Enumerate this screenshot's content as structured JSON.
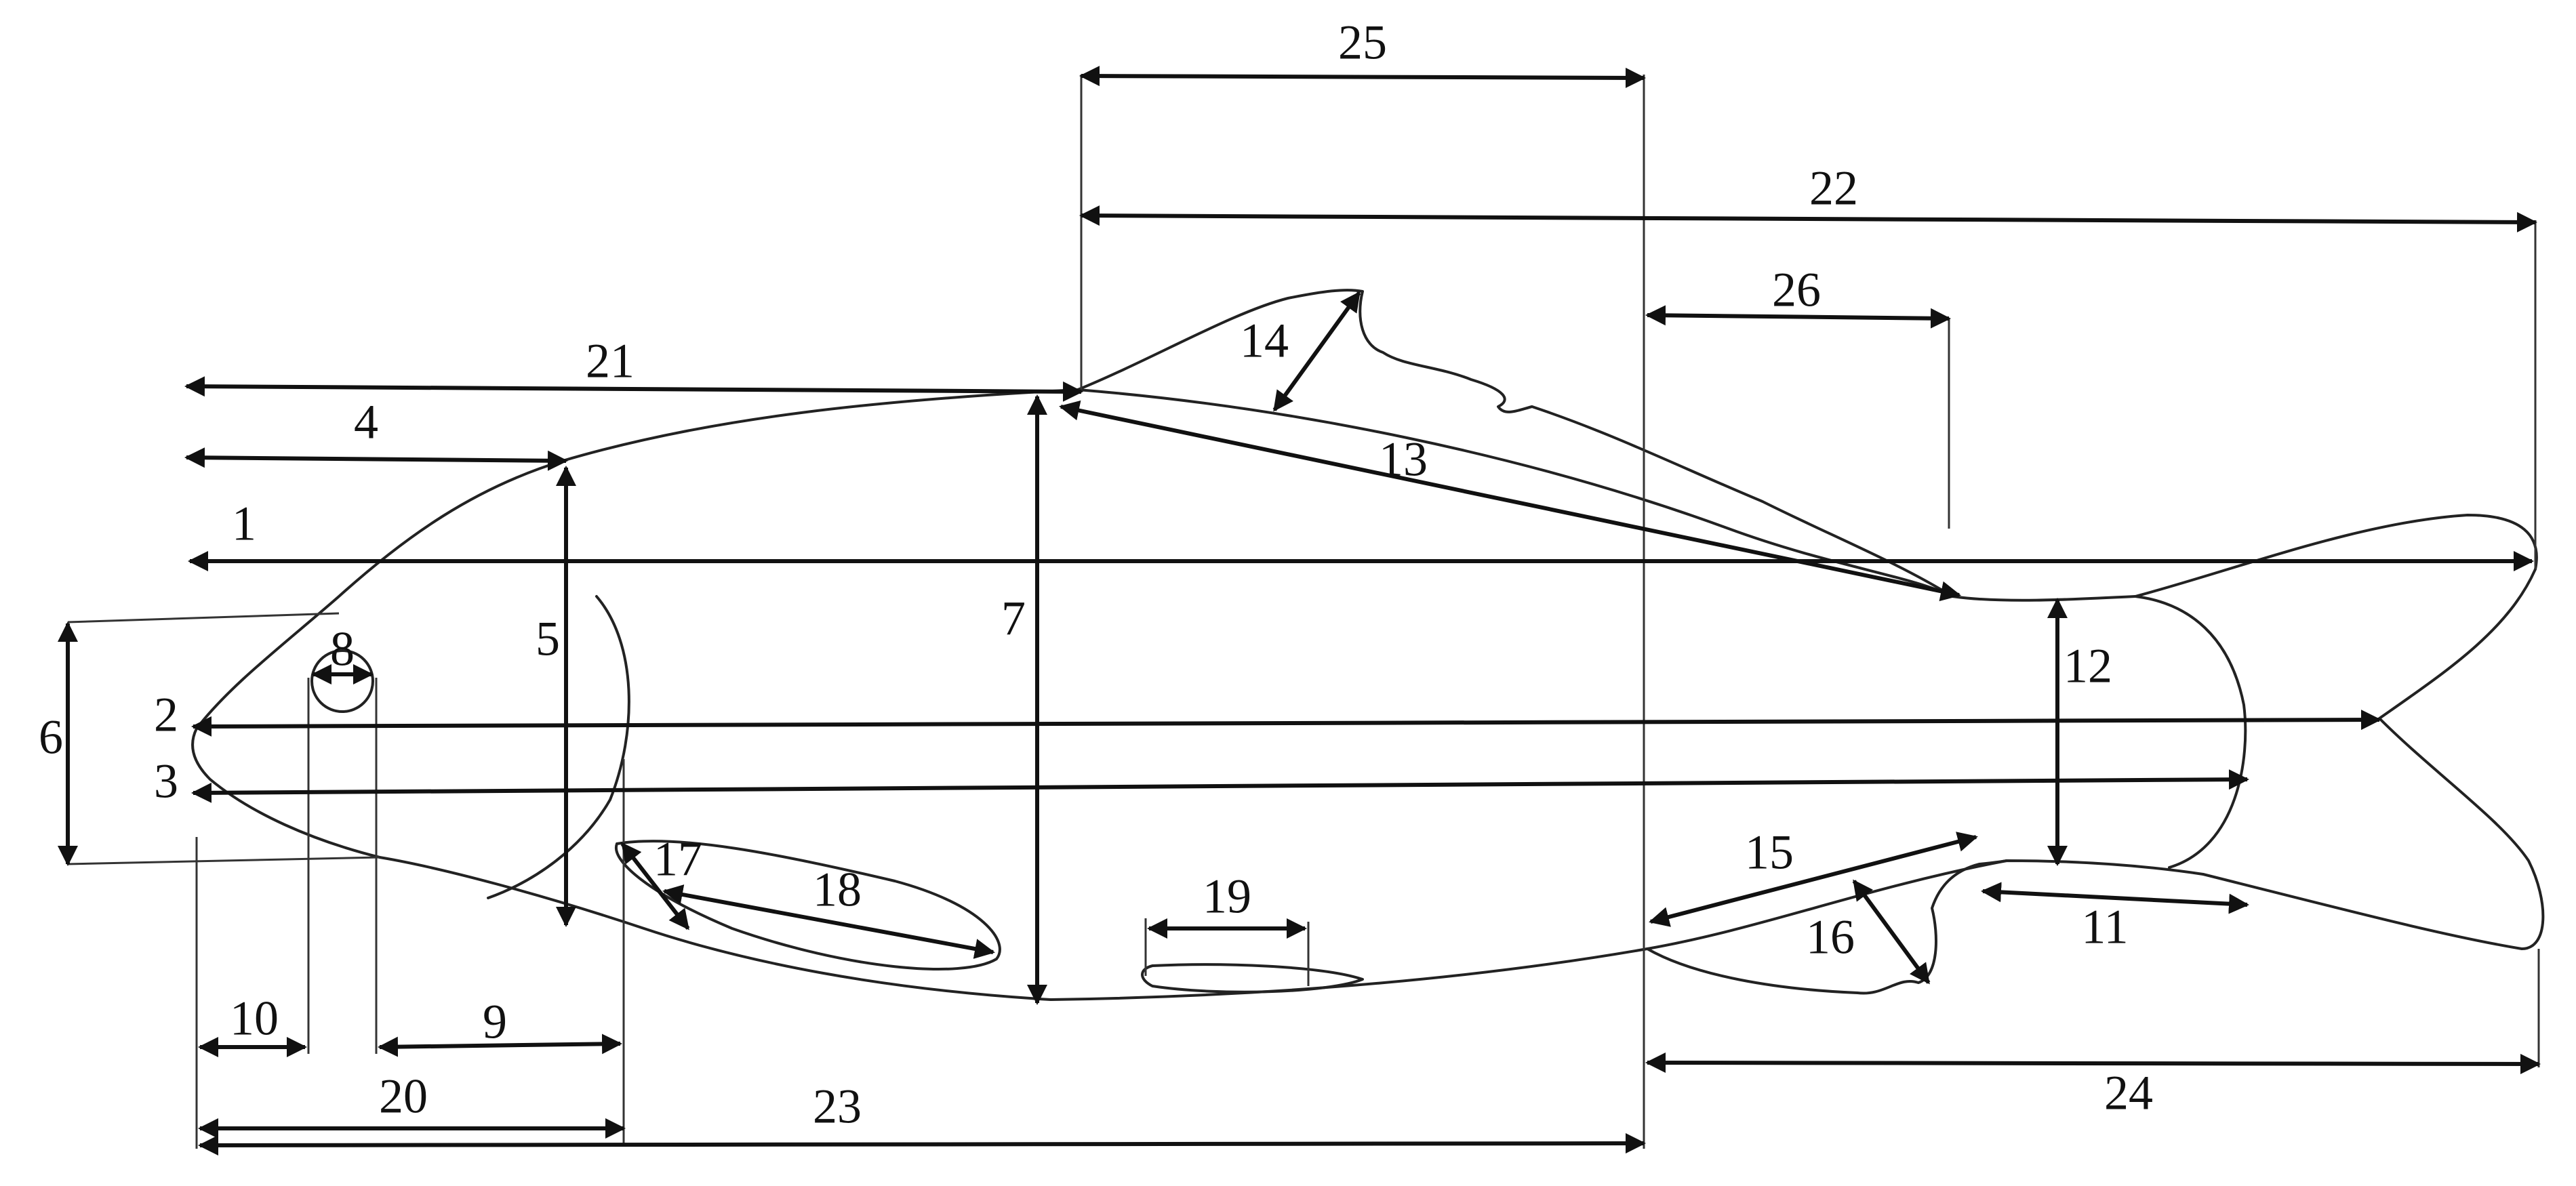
{
  "diagram": {
    "stroke_color": "#111111",
    "background": "#ffffff",
    "measurements": [
      {
        "id": "m1",
        "label": "1"
      },
      {
        "id": "m2",
        "label": "2"
      },
      {
        "id": "m3",
        "label": "3"
      },
      {
        "id": "m4",
        "label": "4"
      },
      {
        "id": "m5",
        "label": "5"
      },
      {
        "id": "m6",
        "label": "6"
      },
      {
        "id": "m7",
        "label": "7"
      },
      {
        "id": "m8",
        "label": "8"
      },
      {
        "id": "m9",
        "label": "9"
      },
      {
        "id": "m10",
        "label": "10"
      },
      {
        "id": "m11",
        "label": "11"
      },
      {
        "id": "m12",
        "label": "12"
      },
      {
        "id": "m13",
        "label": "13"
      },
      {
        "id": "m14",
        "label": "14"
      },
      {
        "id": "m15",
        "label": "15"
      },
      {
        "id": "m16",
        "label": "16"
      },
      {
        "id": "m17",
        "label": "17"
      },
      {
        "id": "m18",
        "label": "18"
      },
      {
        "id": "m19",
        "label": "19"
      },
      {
        "id": "m20",
        "label": "20"
      },
      {
        "id": "m21",
        "label": "21"
      },
      {
        "id": "m22",
        "label": "22"
      },
      {
        "id": "m23",
        "label": "23"
      },
      {
        "id": "m24",
        "label": "24"
      },
      {
        "id": "m25",
        "label": "25"
      },
      {
        "id": "m26",
        "label": "26"
      }
    ]
  }
}
